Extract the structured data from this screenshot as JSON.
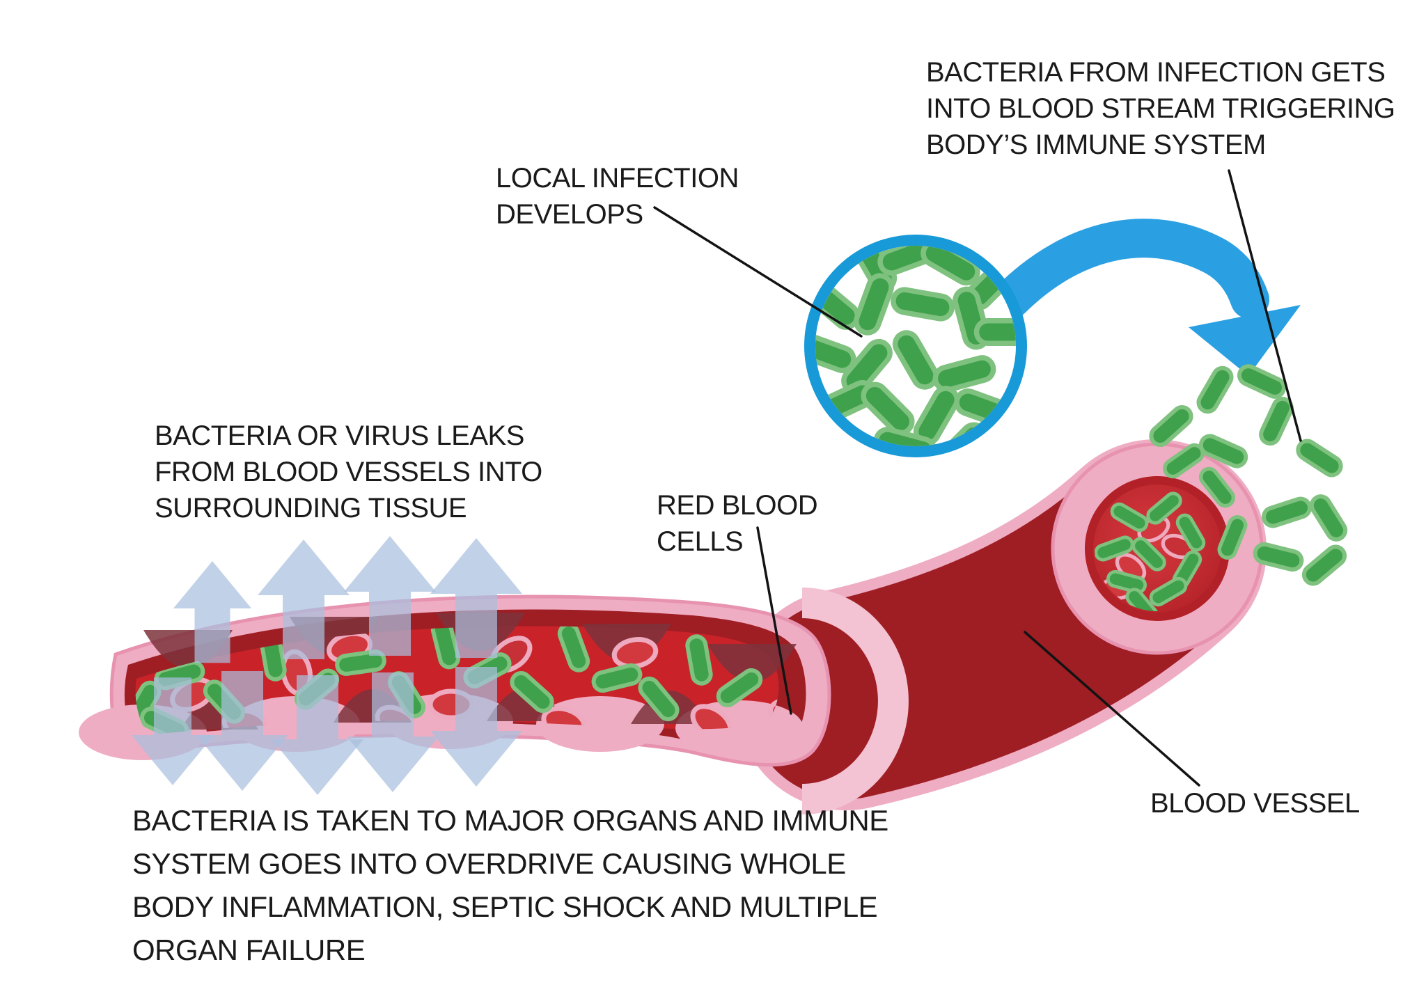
{
  "figure": {
    "type": "medical-infographic",
    "subject": "sepsis / bacteria entering the blood stream",
    "background": "#ffffff",
    "labels": {
      "infection_trigger": {
        "text": "BACTERIA FROM INFECTION GETS\nINTO BLOOD STREAM TRIGGERING\nBODY’S IMMUNE SYSTEM"
      },
      "local_infection": {
        "text": "LOCAL INFECTION\nDEVELOPS"
      },
      "leak": {
        "text": "BACTERIA OR VIRUS LEAKS\nFROM BLOOD VESSELS INTO\nSURROUNDING TISSUE"
      },
      "red_blood_cells": {
        "text": "RED BLOOD\nCELLS"
      },
      "blood_vessel": {
        "text": "BLOOD VESSEL"
      },
      "outcome": {
        "text": "BACTERIA IS TAKEN TO MAJOR ORGANS AND IMMUNE\nSYSTEM GOES INTO OVERDRIVE CAUSING WHOLE\nBODY INFLAMMATION, SEPTIC SHOCK AND MULTIPLE\nORGAN FAILURE"
      }
    },
    "elements": {
      "bacterium": {
        "icon": "bacterium-rod-icon",
        "shape": "green rounded rod"
      },
      "red_blood_cell": {
        "icon": "red-blood-cell-icon",
        "shape": "red ellipse with pink rim"
      },
      "magnifier": {
        "icon": "magnifier-circle-icon",
        "content": "cluster of green rod bacteria"
      },
      "flow_arrow": {
        "icon": "flow-arrow-icon",
        "meaning": "bacteria move from local infection into blood stream"
      },
      "leak_arrows": {
        "icon_up": "leak-arrow-up-icon",
        "icon_down": "leak-arrow-down-icon",
        "up_count": 4,
        "down_count": 5
      },
      "leader_lines": {
        "icon": "leader-line",
        "count": 4
      }
    },
    "colors": {
      "bg": "#ffffff",
      "text": "#1a1a1a",
      "line": "#131313",
      "mag_ring": "#1899d8",
      "flow_blue": "#2aa0e2",
      "leak_blue": "#a9bfde",
      "green_fill": "#3fa14b",
      "green_stroke": "#7fc17f",
      "rbc_fill": "#d2393f",
      "rbc_fill_alt": "#c73037",
      "rbc_stroke": "#eeaabf",
      "wall_pink": "#efadc3",
      "wall_outline": "#e793b0",
      "wedge_pink": "#f3c3d3",
      "dark_red": "#9e1e24",
      "lumen_red": "#c92329",
      "core_red": "#d63a3f",
      "core_red_deep": "#b22127",
      "bump_maroon": "#7c333c"
    }
  }
}
